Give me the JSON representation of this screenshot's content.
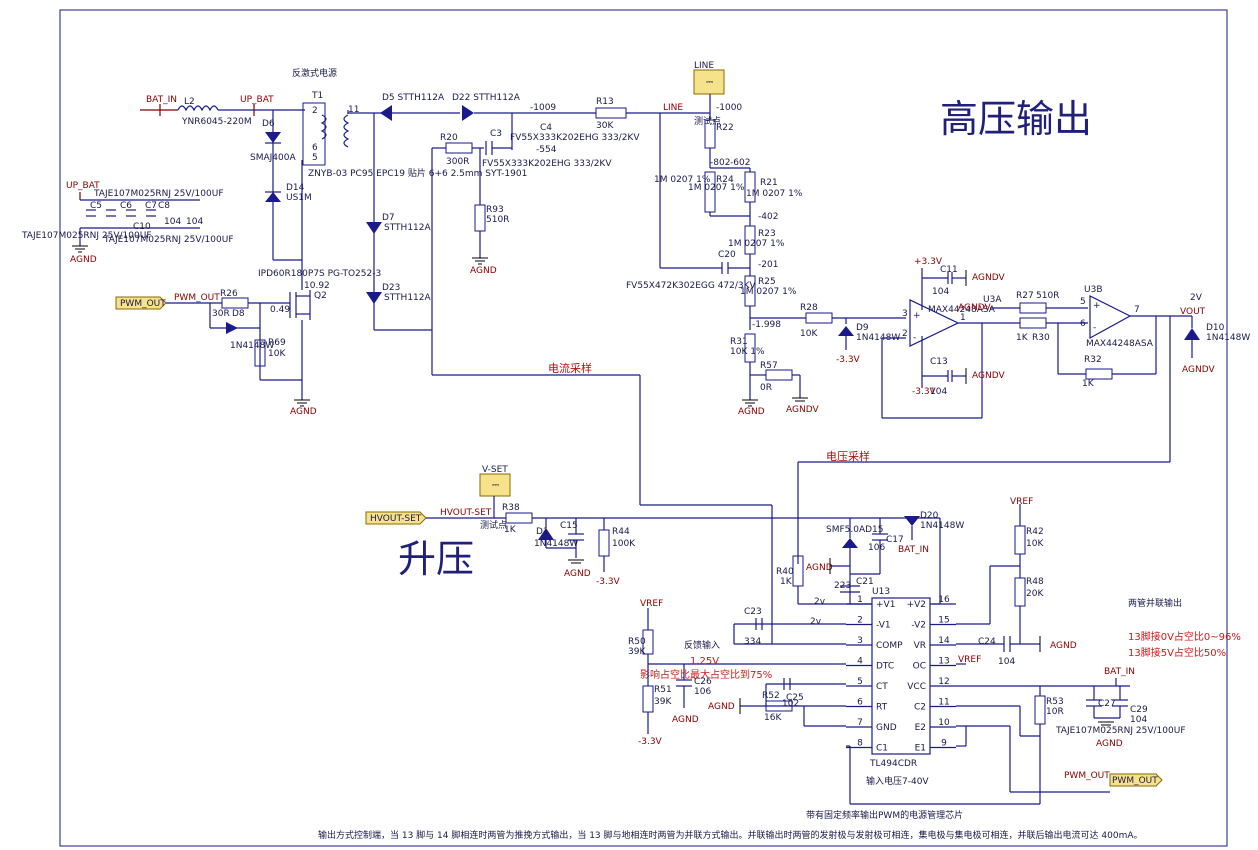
{
  "title_hv": "高压输出",
  "title_boost": "升压",
  "sections": {
    "flyback": "反激式电源",
    "current_sample": "电流采样",
    "voltage_sample": "电压采样"
  },
  "nets": {
    "bat_in": "BAT_IN",
    "up_bat": "UP_BAT",
    "agnd": "AGND",
    "agndv": "AGNDV",
    "line": "LINE",
    "vout": "VOUT",
    "vref": "VREF",
    "hvout_set": "HVOUT-SET",
    "v_set": "V-SET",
    "pwm_out": "PWM_OUT",
    "p3v3": "+3.3V",
    "m3v3": "-3.3V",
    "v2": "2V"
  },
  "test_point": "测试点",
  "components": {
    "l2": "L2",
    "l2_val": "YNR6045-220M",
    "t1": "T1",
    "t1_val": "ZNYB-03 PC95  EPC19 贴片 6+6 2.5mm SYT-1901",
    "d6": "D6",
    "d6_val": "SMAJ400A",
    "d14": "D14",
    "d14_val": "US1M",
    "d5": "D5 STTH112A",
    "d22": "D22  STTH112A",
    "d7": "D7",
    "d7_val": "STTH112A",
    "d23": "D23",
    "d23_val": "STTH112A",
    "c4": "C4",
    "c4_val": "FV55X333K202EHG 333/2KV",
    "c3": "C3",
    "c3_val": "FV55X333K202EHG 333/2KV",
    "r20": "R20",
    "r20_val": "300R",
    "r93": "R93",
    "r93_val": "510R",
    "r13": "R13",
    "r13_val": "30K",
    "r22": "R22",
    "r24": "R24",
    "r21": "R21",
    "r23": "R23",
    "r25": "R25",
    "r_1m": "1M 0207 1%",
    "c20": "C20",
    "c20_val": "FV55X472K302EGG 472/3KV",
    "r31": "R31",
    "r31_val": "10K 1%",
    "r57": "R57",
    "r57_val": "0R",
    "r28": "R28",
    "r28_val": "10K",
    "d9": "D9",
    "d9_val": "1N4148W",
    "u3a": "U3A",
    "u3a_val": "MAX44248ASA",
    "u3b": "U3B",
    "u3b_val": "MAX44248ASA",
    "c11": "C11",
    "c13": "C13",
    "c104": "104",
    "r27": "R27",
    "r27_val": "510R",
    "r30": "R30",
    "r30_val": "1K",
    "r32": "R32",
    "r32_val": "1K",
    "d10": "D10",
    "d10_val": "1N4148W",
    "q2": "Q2",
    "q2_val": "IPD60R180P7S PG-TO252-3",
    "r26": "R26",
    "r26_val": "30R",
    "d8": "D8",
    "d8_val": "1N4148W",
    "r69": "R69",
    "r69_val": "10K",
    "caps_in": "TAJE107M025RNJ 25V/100UF",
    "c5": "C5",
    "c6": "C6",
    "c7": "C7",
    "c8": "C8",
    "c10": "C10",
    "u13": "U13",
    "u13_val": "TL494CDR",
    "r38": "R38",
    "r38_val": "1K",
    "d1": "D1",
    "d1_val": "1N4148W",
    "c15": "C15",
    "r44": "R44",
    "r44_val": "100K",
    "r40": "R40",
    "r40_val": "1K",
    "d15": "SMF5.0AD15",
    "c17": "C17",
    "c17_val": "106",
    "c21": "C21",
    "c21_val": "223",
    "d20": "D20",
    "d20_val": "1N4148W",
    "c23": "C23",
    "c23_val": "334",
    "r50": "R50",
    "r50_val": "39K",
    "r51": "R51",
    "r51_val": "39K",
    "c26": "C26",
    "c26_val": "106",
    "c25": "C25",
    "c25_val": "102",
    "r52": "R52",
    "r52_val": "16K",
    "c24": "C24",
    "c24_val": "104",
    "r42": "R42",
    "r42_val": "10K",
    "r48": "R48",
    "r48_val": "20K",
    "r53": "R53",
    "r53_val": "10R",
    "c27": "C27",
    "c29": "C29",
    "c29_val": "104",
    "c27_val": "TAJE107M025RNJ 25V/100UF"
  },
  "pins_left": [
    "+V1",
    "-V1",
    "COMP",
    "DTC",
    "CT",
    "RT",
    "GND",
    "C1"
  ],
  "pins_right": [
    "+V2",
    "-V2",
    "VR",
    "OC",
    "VCC",
    "C2",
    "E2",
    "E1"
  ],
  "pin_nums_left": [
    "1",
    "2",
    "3",
    "4",
    "5",
    "6",
    "7",
    "8"
  ],
  "pin_nums_right": [
    "16",
    "15",
    "14",
    "13",
    "12",
    "11",
    "10",
    "9"
  ],
  "voltages": [
    "-1009",
    "-1000",
    "-802",
    "-602",
    "-554",
    "-402",
    "-201",
    "-1.998",
    "0.49",
    "10.92",
    "1.25V",
    "2v"
  ],
  "labels": {
    "feedback_input": "反馈输入",
    "dtc_note": "影响占空比最大占空比到75%",
    "input_voltage": "输入电压7-40V",
    "chip_desc": "带有固定频率输出PWM的电源管理芯片",
    "push_pull": "两管并联输出",
    "note1": "13脚接0V占空比0~96%",
    "note2": "13脚接5V占空比50%",
    "footer": "输出方式控制端，当 13 脚与 14 脚相连时两管为推挽方式输出，当 13 脚与地相连时两管为并联方式输出。并联输出时两管的发射极与发射极可相连，集电极与集电极可相连，并联后输出电流可达 400mA。"
  }
}
